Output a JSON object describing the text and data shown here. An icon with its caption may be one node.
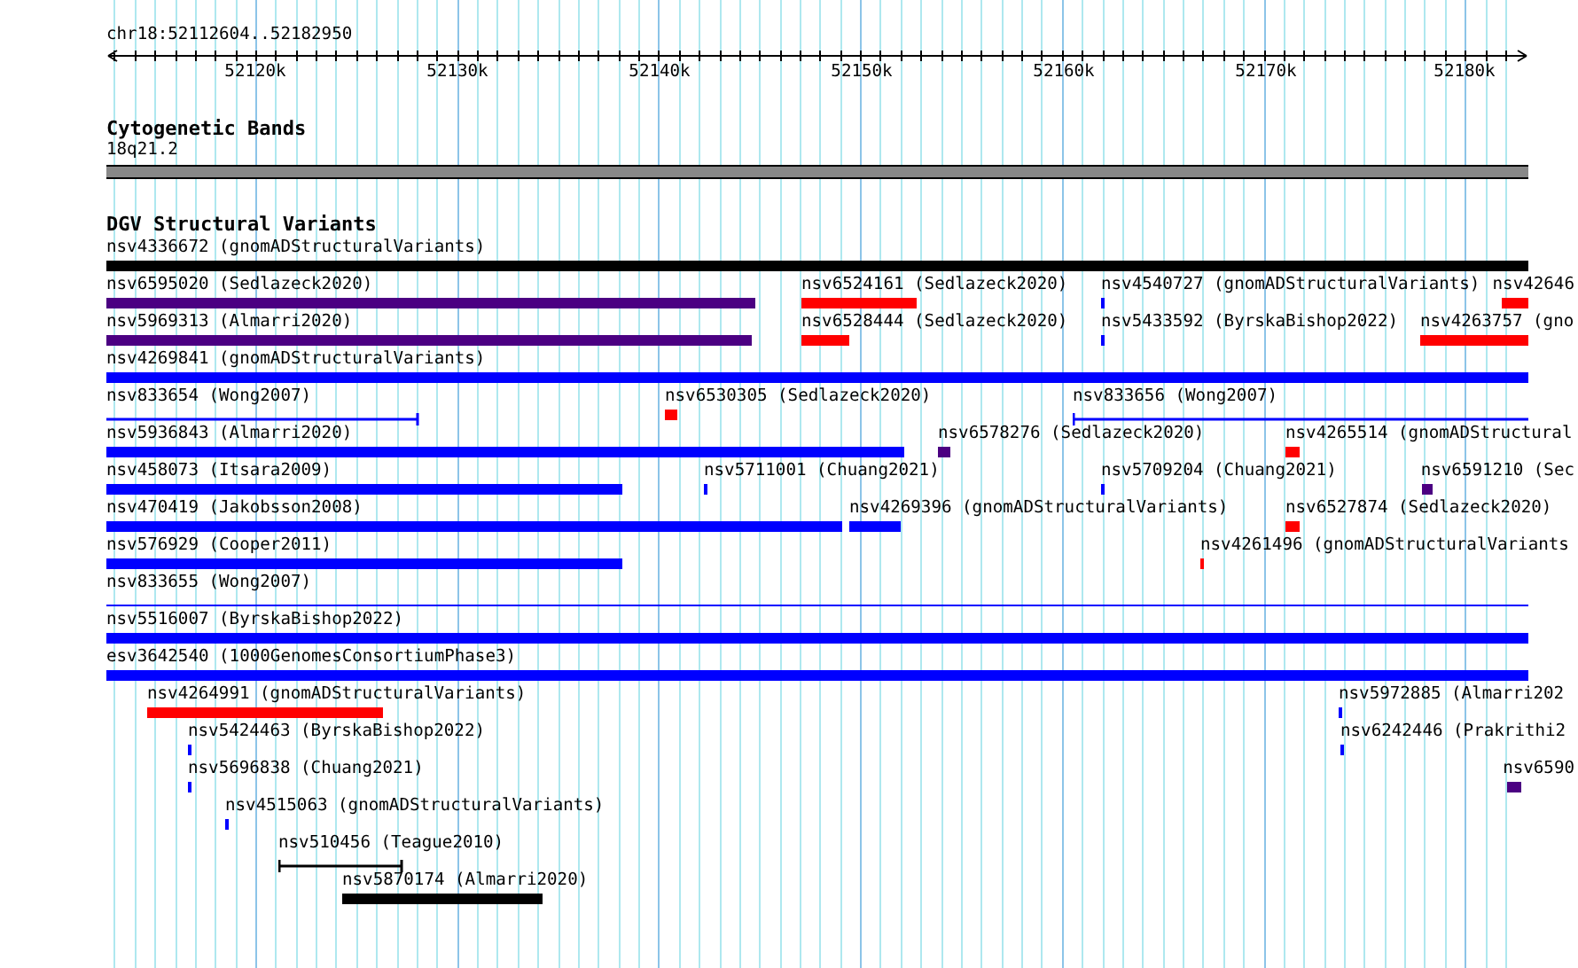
{
  "diagram": {
    "nodes": [
      {
        "text": [
          "18q21.2"
        ]
      },
      {
        "text": [
          "nsv4336672 (gnomADStructuralVariants)"
        ]
      },
      {
        "text": [
          "nsv6595020 (Sedlazeck2020)"
        ]
      },
      {
        "text": [
          "nsv6524161 (Sedlazeck2020)"
        ]
      },
      {
        "text": [
          "nsv4540727 (gnomADStructuralVariants)"
        ]
      },
      {
        "text": [
          "nsv42646"
        ]
      },
      {
        "text": [
          "nsv5969313 (Almarri2020)"
        ]
      },
      {
        "text": [
          "nsv6528444 (Sedlazeck2020)"
        ]
      },
      {
        "text": [
          "nsv5433592 (ByrskaBishop2022)"
        ]
      },
      {
        "text": [
          "nsv4263757 (gno"
        ]
      },
      {
        "text": [
          "nsv4269841 (gnomADStructuralVariants)"
        ]
      },
      {
        "text": [
          "nsv833654 (Wong2007)"
        ]
      },
      {
        "text": [
          "nsv6530305 (Sedlazeck2020)"
        ]
      },
      {
        "text": [
          "nsv833656 (Wong2007)"
        ]
      },
      {
        "text": [
          "nsv5936843 (Almarri2020)"
        ]
      },
      {
        "text": [
          "nsv6578276 (Sedlazeck2020)"
        ]
      },
      {
        "text": [
          "nsv4265514 (gnomADStructural"
        ]
      },
      {
        "text": [
          "nsv458073 (Itsara2009)"
        ]
      },
      {
        "text": [
          "nsv5711001 (Chuang2021)"
        ]
      },
      {
        "text": [
          "nsv5709204 (Chuang2021)"
        ]
      },
      {
        "text": [
          "nsv6591210 (Sec"
        ]
      },
      {
        "text": [
          "nsv470419 (Jakobsson2008)"
        ]
      },
      {
        "text": [
          "nsv4269396 (gnomADStructuralVariants)"
        ]
      },
      {
        "text": [
          "nsv6527874 (Sedlazeck2020)"
        ]
      },
      {
        "text": [
          "nsv576929 (Cooper2011)"
        ]
      },
      {
        "text": [
          "nsv4261496 (gnomADStructuralVariants"
        ]
      },
      {
        "text": [
          "nsv833655 (Wong2007)"
        ]
      },
      {
        "text": [
          "nsv5516007 (ByrskaBishop2022)"
        ]
      },
      {
        "text": [
          "esv3642540 (1000GenomesConsortiumPhase3)"
        ]
      },
      {
        "text": [
          "nsv4264991 (gnomADStructuralVariants)"
        ]
      },
      {
        "text": [
          "nsv5972885 (Almarri202"
        ]
      },
      {
        "text": [
          "nsv5424463 (ByrskaBishop2022)"
        ]
      },
      {
        "text": [
          "nsv6242446 (Prakrithi2"
        ]
      },
      {
        "text": [
          "nsv5696838 (Chuang2021)"
        ]
      },
      {
        "text": [
          "nsv6590"
        ]
      },
      {
        "text": [
          "nsv4515063 (gnomADStructuralVariants)"
        ]
      },
      {
        "text": [
          "nsv510456 (Teague2010)"
        ]
      },
      {
        "text": [
          "nsv5870174 (Almarri2020)"
        ]
      }
    ],
    "labels": [
      "chr18:52112604..52182950",
      "52120k",
      "52130k",
      "52140k",
      "52150k",
      "52160k",
      "52170k",
      "52180k",
      "Cytogenetic Bands",
      "DGV Structural Variants"
    ]
  }
}
